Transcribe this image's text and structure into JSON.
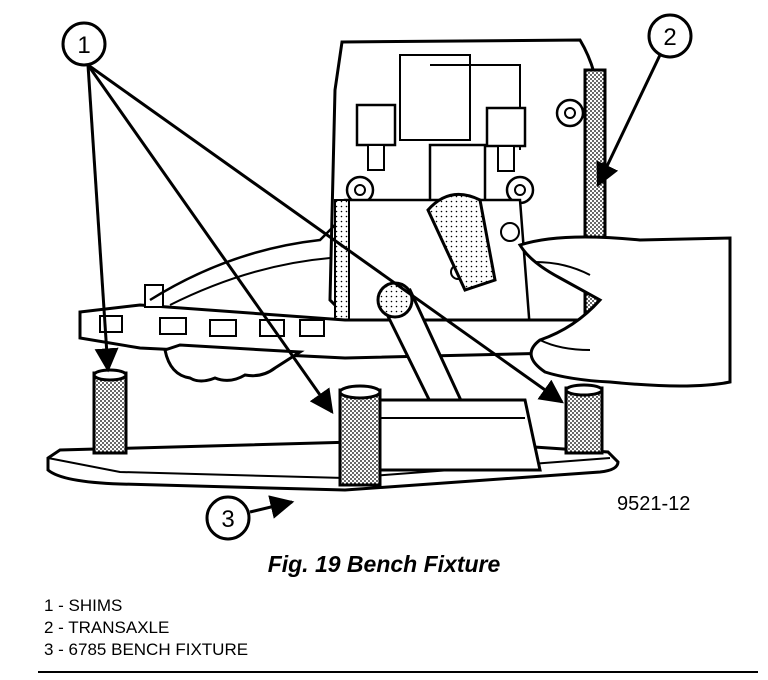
{
  "figure": {
    "callouts": [
      {
        "number": "1"
      },
      {
        "number": "2"
      },
      {
        "number": "3"
      }
    ],
    "figure_id": "9521-12"
  },
  "caption": "Fig. 19 Bench Fixture",
  "legend": [
    "1 - SHIMS",
    "2 - TRANSAXLE",
    "3 - 6785 BENCH FIXTURE"
  ]
}
